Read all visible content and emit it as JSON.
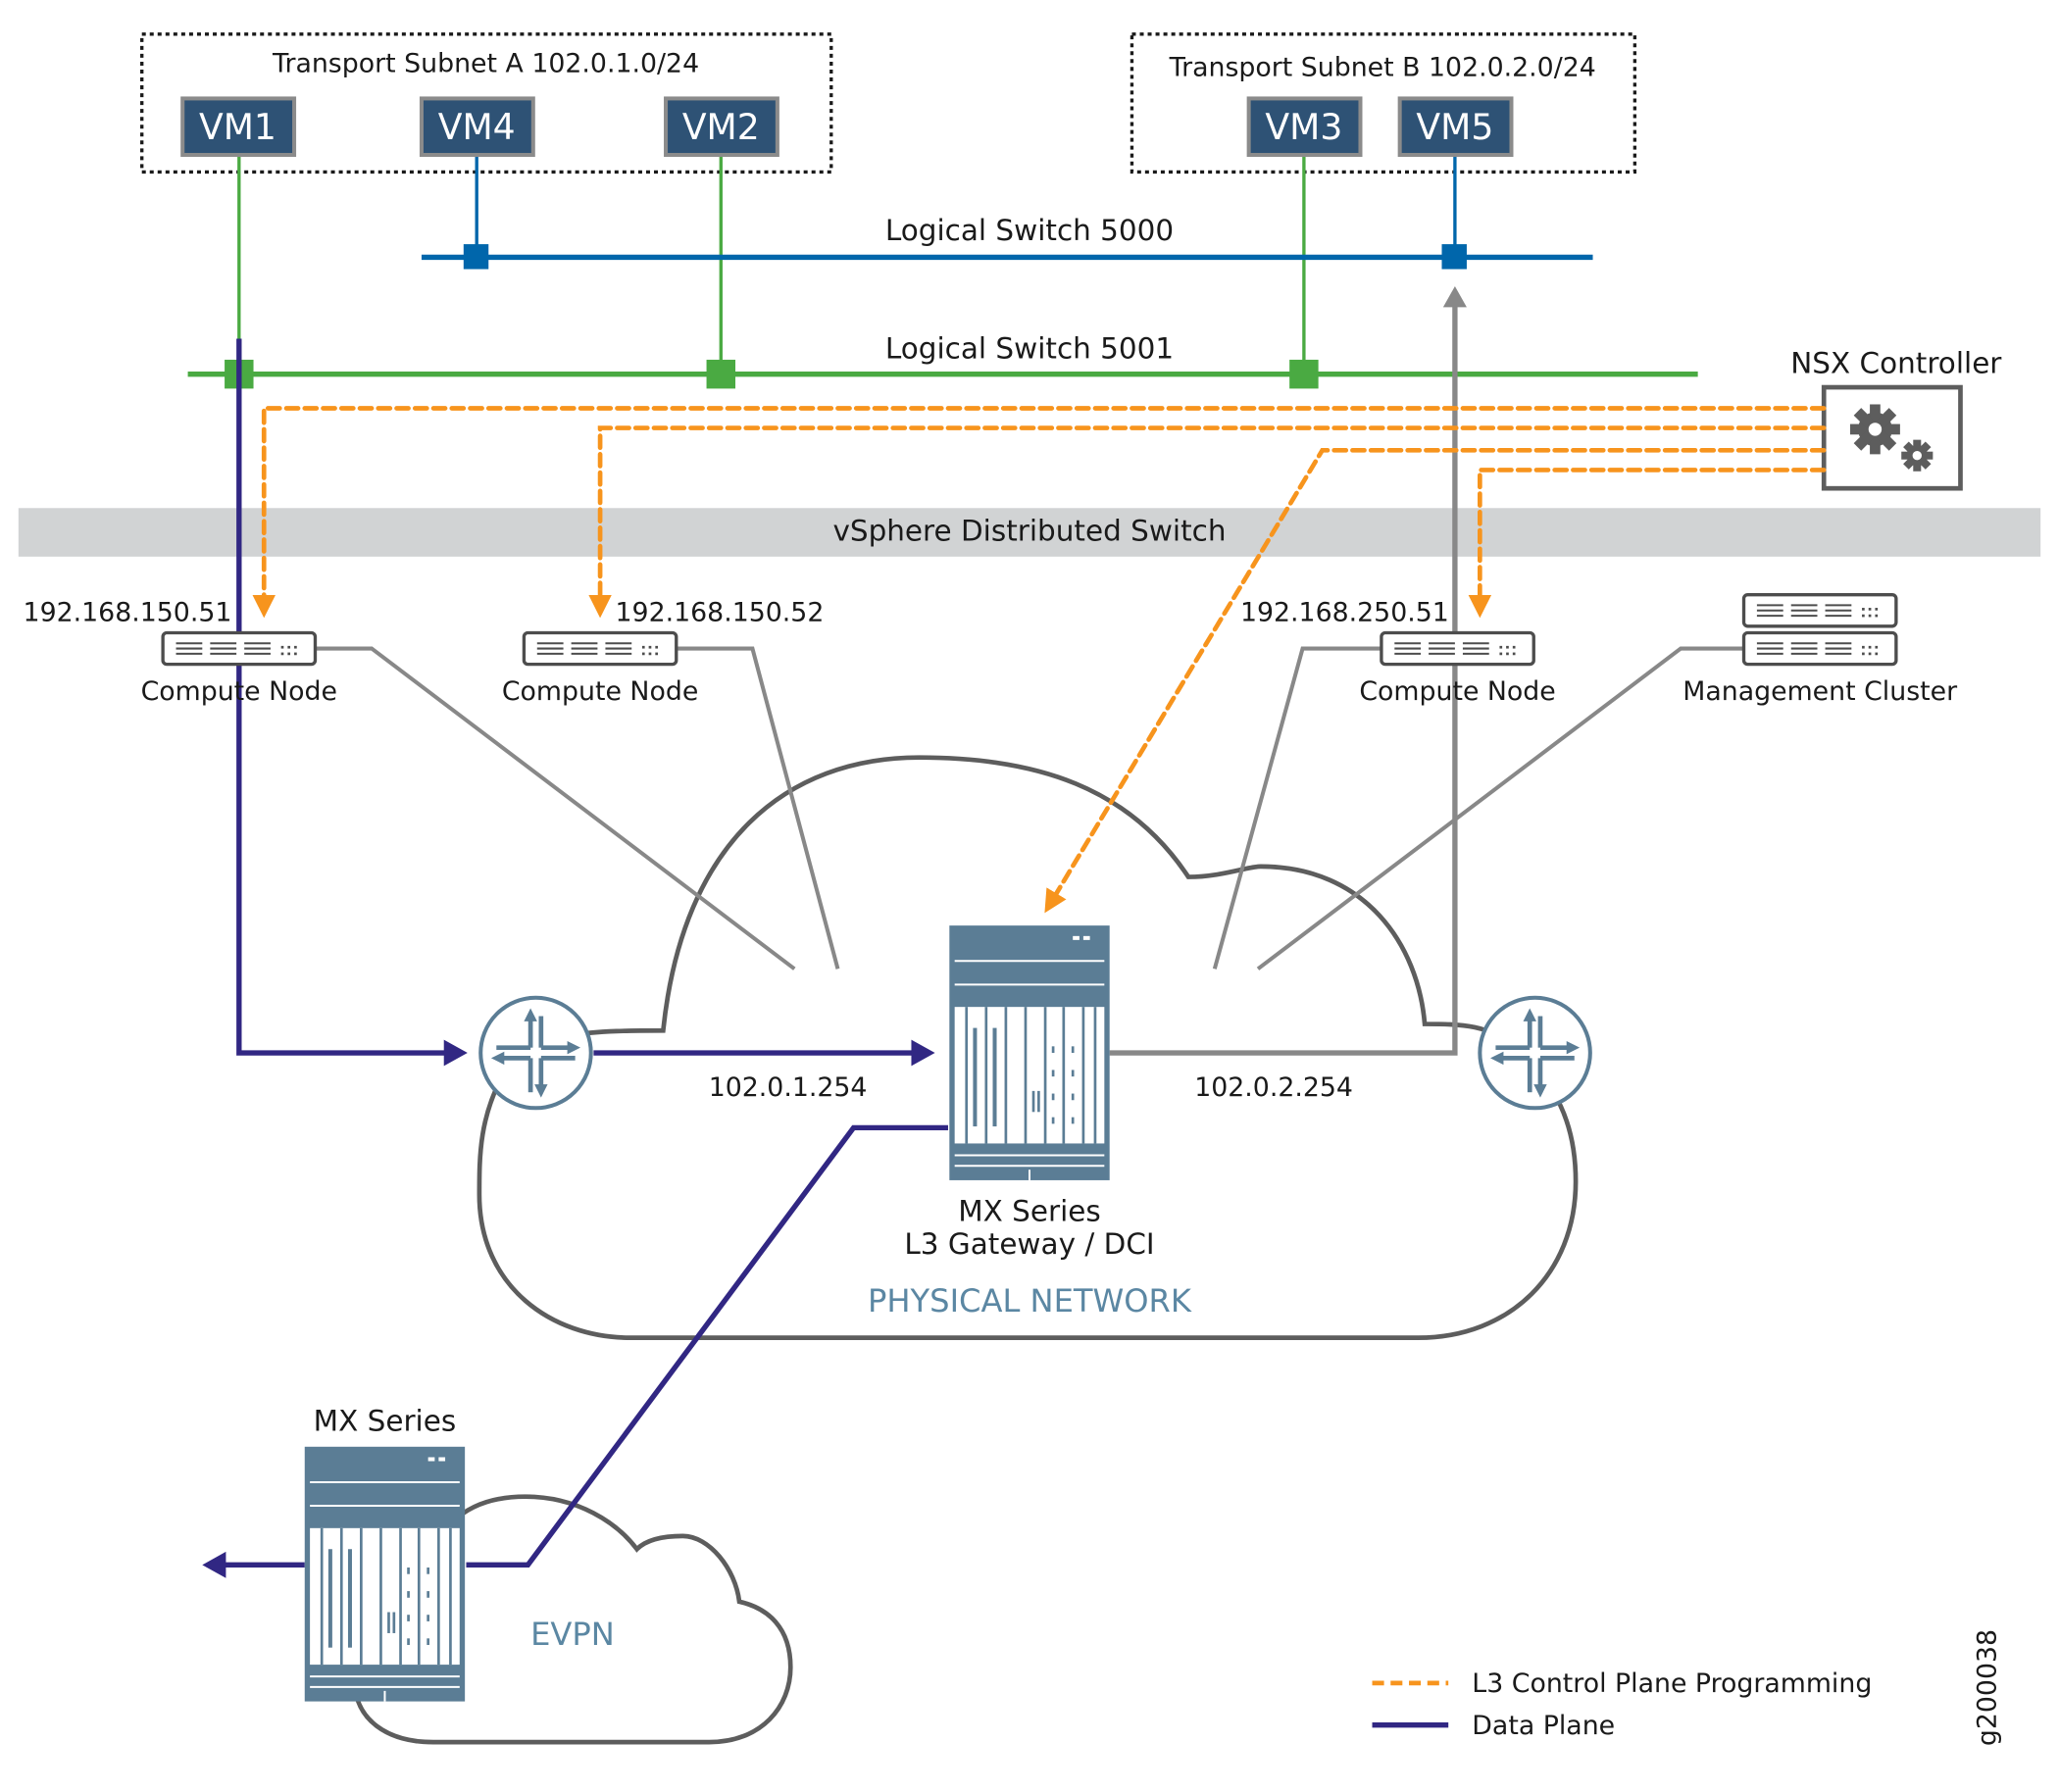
{
  "figure_id": "g200038",
  "colors": {
    "vm_fill": "#2e5275",
    "vm_border": "#8b8b8b",
    "switch_5000": "#0066ab",
    "switch_5001": "#4aaa42",
    "control_plane": "#f7941d",
    "data_plane": "#312783",
    "physical_link": "#888888",
    "device": "#5b7d95",
    "vds_band": "#d1d3d4",
    "network_label": "#5b87a3"
  },
  "subnets": [
    {
      "label": "Transport Subnet A 102.0.1.0/24",
      "vms": [
        "VM1",
        "VM4",
        "VM2"
      ]
    },
    {
      "label": "Transport Subnet B 102.0.2.0/24",
      "vms": [
        "VM3",
        "VM5"
      ]
    }
  ],
  "logical_switches": [
    {
      "label": "Logical Switch 5000",
      "members": [
        "VM4",
        "VM5"
      ]
    },
    {
      "label": "Logical Switch 5001",
      "members": [
        "VM1",
        "VM2",
        "VM3"
      ]
    }
  ],
  "controller": {
    "label": "NSX Controller",
    "icon": "gears-icon"
  },
  "vds": {
    "label": "vSphere Distributed Switch"
  },
  "nodes": [
    {
      "ip": "192.168.150.51",
      "label": "Compute Node"
    },
    {
      "ip": "192.168.150.52",
      "label": "Compute Node"
    },
    {
      "ip": "192.168.250.51",
      "label": "Compute Node"
    },
    {
      "ip": "",
      "label": "Management Cluster"
    }
  ],
  "physical_network": {
    "label": "PHYSICAL NETWORK",
    "gateway": {
      "line1": "MX Series",
      "line2": "L3 Gateway / DCI"
    },
    "left_ip": "102.0.1.254",
    "right_ip": "102.0.2.254"
  },
  "evpn": {
    "label": "EVPN",
    "device_label": "MX Series"
  },
  "legend": [
    {
      "label": "L3 Control Plane Programming",
      "style": "dashed",
      "color": "#f7941d"
    },
    {
      "label": "Data Plane",
      "style": "solid",
      "color": "#312783"
    }
  ]
}
